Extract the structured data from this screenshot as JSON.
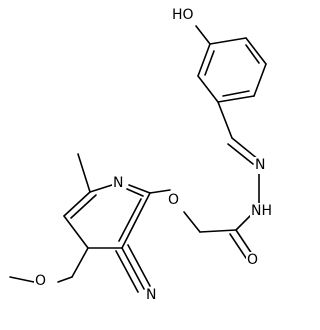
{
  "molecule": {
    "atoms": {
      "hydroxyl_oxygen": "HO",
      "imine_nitrogen": "N",
      "amide_nitrogen": "NH",
      "carbonyl_oxygen": "O",
      "ether_oxygen": "O",
      "pyridine_nitrogen": "N",
      "methoxy_oxygen": "O",
      "nitrile_nitrogen": "N"
    }
  }
}
